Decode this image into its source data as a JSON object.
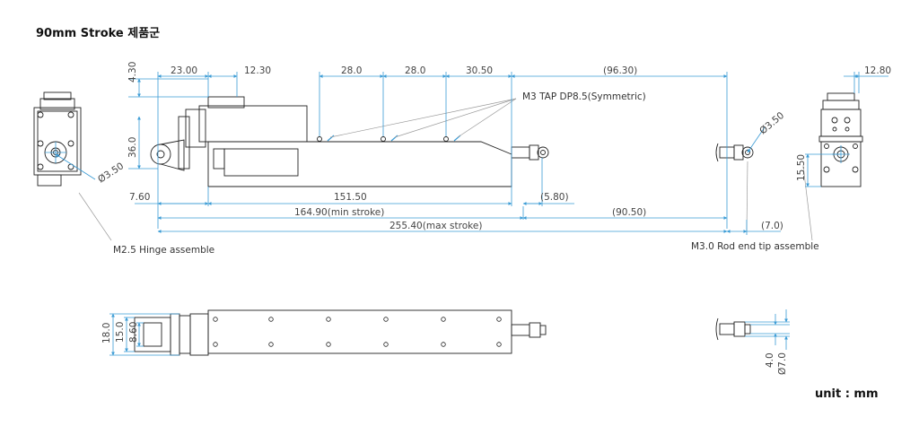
{
  "title": "90mm Stroke 제품군",
  "unit": "unit : mm",
  "dimensions": {
    "d_4_30": "4.30",
    "d_23_00": "23.00",
    "d_12_30": "12.30",
    "d_28_0_a": "28.0",
    "d_28_0_b": "28.0",
    "d_30_50": "30.50",
    "d_96_30": "(96.30)",
    "d_12_80": "12.80",
    "d_36_0": "36.0",
    "d_dia_3_50_left": "Ø3.50",
    "d_dia_3_50_right": "Ø3.50",
    "d_15_50": "15.50",
    "d_7_60": "7.60",
    "d_151_50": "151.50",
    "d_5_80": "(5.80)",
    "d_164_90": "164.90(min stroke)",
    "d_90_50": "(90.50)",
    "d_255_40": "255.40(max stroke)",
    "d_7_0": "(7.0)",
    "d_18_0": "18.0",
    "d_15_0": "15.0",
    "d_8_60": "8.60",
    "d_4_0": "4.0",
    "d_dia_7_0": "Ø7.0"
  },
  "notes": {
    "tap": "M3 TAP DP8.5(Symmetric)",
    "hinge": "M2.5 Hinge assemble",
    "rod_end": "M3.0 Rod end tip assemble"
  },
  "colors": {
    "dimension_line": "#3a9bd5",
    "outline": "#222222",
    "leader": "#9a9a9a"
  }
}
